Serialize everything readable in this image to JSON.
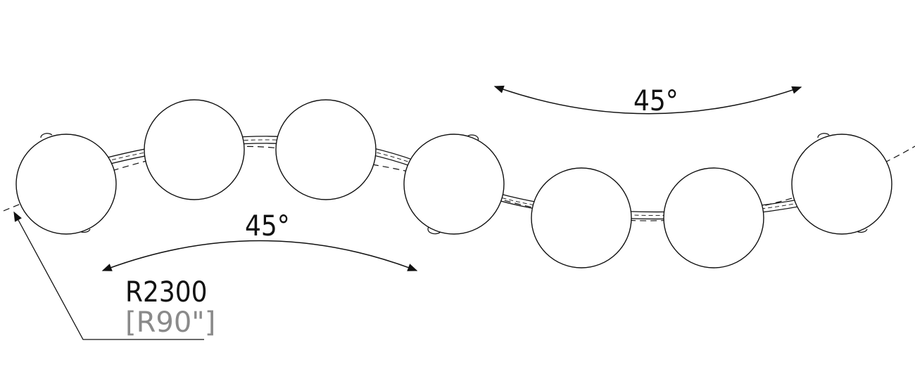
{
  "annotations": {
    "angle_upper": "45°",
    "angle_lower": "45°",
    "radius_metric": "R2300",
    "radius_imperial": "[R90\"]"
  },
  "colors": {
    "line": "#111111",
    "imperial_text": "#8a8a8a",
    "background": "#ffffff"
  }
}
